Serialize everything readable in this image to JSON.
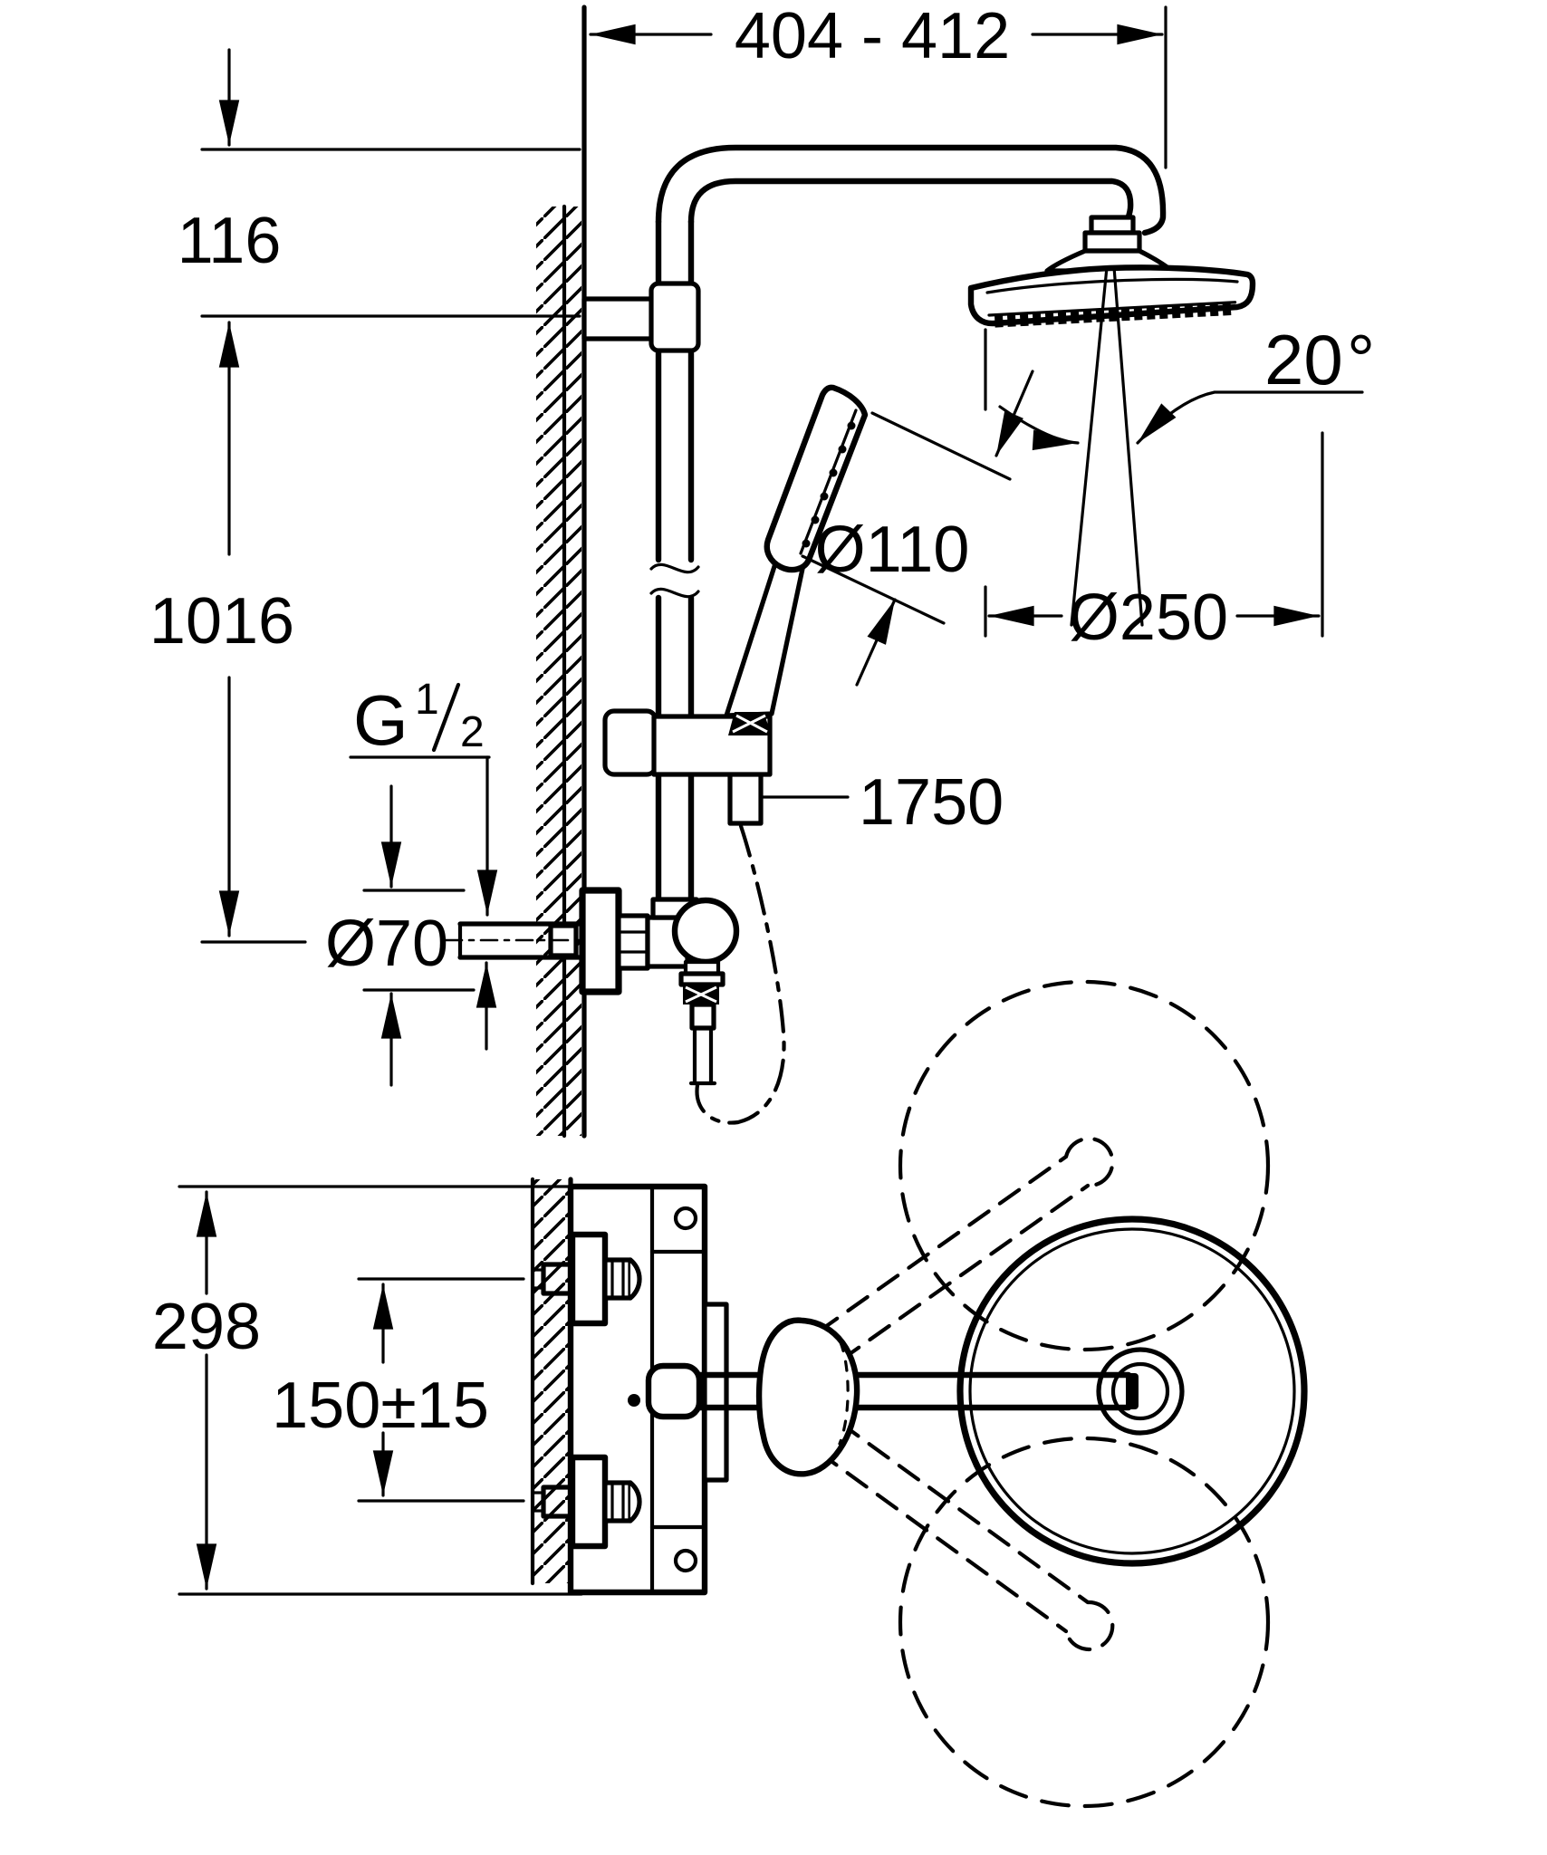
{
  "drawing": {
    "type": "technical-dimension-diagram",
    "subject": "wall-mounted shower system with head shower, hand shower and thermostat (side elevation and top plan view)",
    "background_color": "#ffffff",
    "line_color": "#000000",
    "labels": {
      "width_range": "404 - 412",
      "arm_offset": "116",
      "rail_height": "1016",
      "spray_angle_value": "20",
      "spray_angle_unit": "°",
      "hand_shower_diameter": "Ø110",
      "head_shower_diameter": "Ø250",
      "thread_letter": "G",
      "thread_numerator": "1",
      "thread_denominator": "2",
      "hose_length": "1750",
      "escutcheon_diameter": "Ø70",
      "plate_height": "298",
      "inlet_spacing": "150±15"
    }
  }
}
